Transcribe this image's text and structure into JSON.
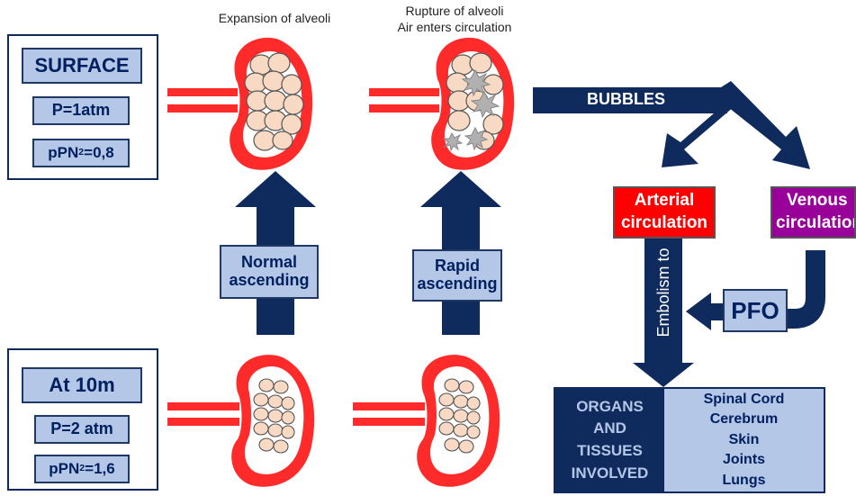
{
  "captions": {
    "expansion": "Expansion of alveoli",
    "rupture_line1": "Rupture of alveoli",
    "rupture_line2": "Air enters circulation"
  },
  "surface_panel": {
    "title": "SURFACE",
    "pressure": "P=1atm",
    "ppn2_prefix": "pPN",
    "ppn2_sub": "2",
    "ppn2_value": "=0,8"
  },
  "depth_panel": {
    "title": "At 10m",
    "pressure": "P=2 atm",
    "ppn2_prefix": "pPN",
    "ppn2_sub": "2",
    "ppn2_value": "=1,6"
  },
  "arrows": {
    "normal_line1": "Normal",
    "normal_line2": "ascending",
    "rapid_line1": "Rapid",
    "rapid_line2": "ascending"
  },
  "bubbles_label": "BUBBLES",
  "arterial": {
    "line1": "Arterial",
    "line2": "circulation",
    "color": "#ff0000"
  },
  "venous": {
    "line1": "Venous",
    "line2": "circulation",
    "color": "#990099"
  },
  "pfo_label": "PFO",
  "embolism_label": "Embolism to",
  "organs": {
    "heading_lines": [
      "ORGANS",
      "AND",
      "TISSUES",
      "INVOLVED"
    ],
    "items": [
      "Spinal Cord",
      "Cerebrum",
      "Skin",
      "Joints",
      "Lungs"
    ]
  },
  "colors": {
    "navy": "#0f2a5c",
    "label_fill": "#b4c7e7",
    "lung_red": "#ff2a2a",
    "alveoli_fill": "#f8d9c4"
  }
}
